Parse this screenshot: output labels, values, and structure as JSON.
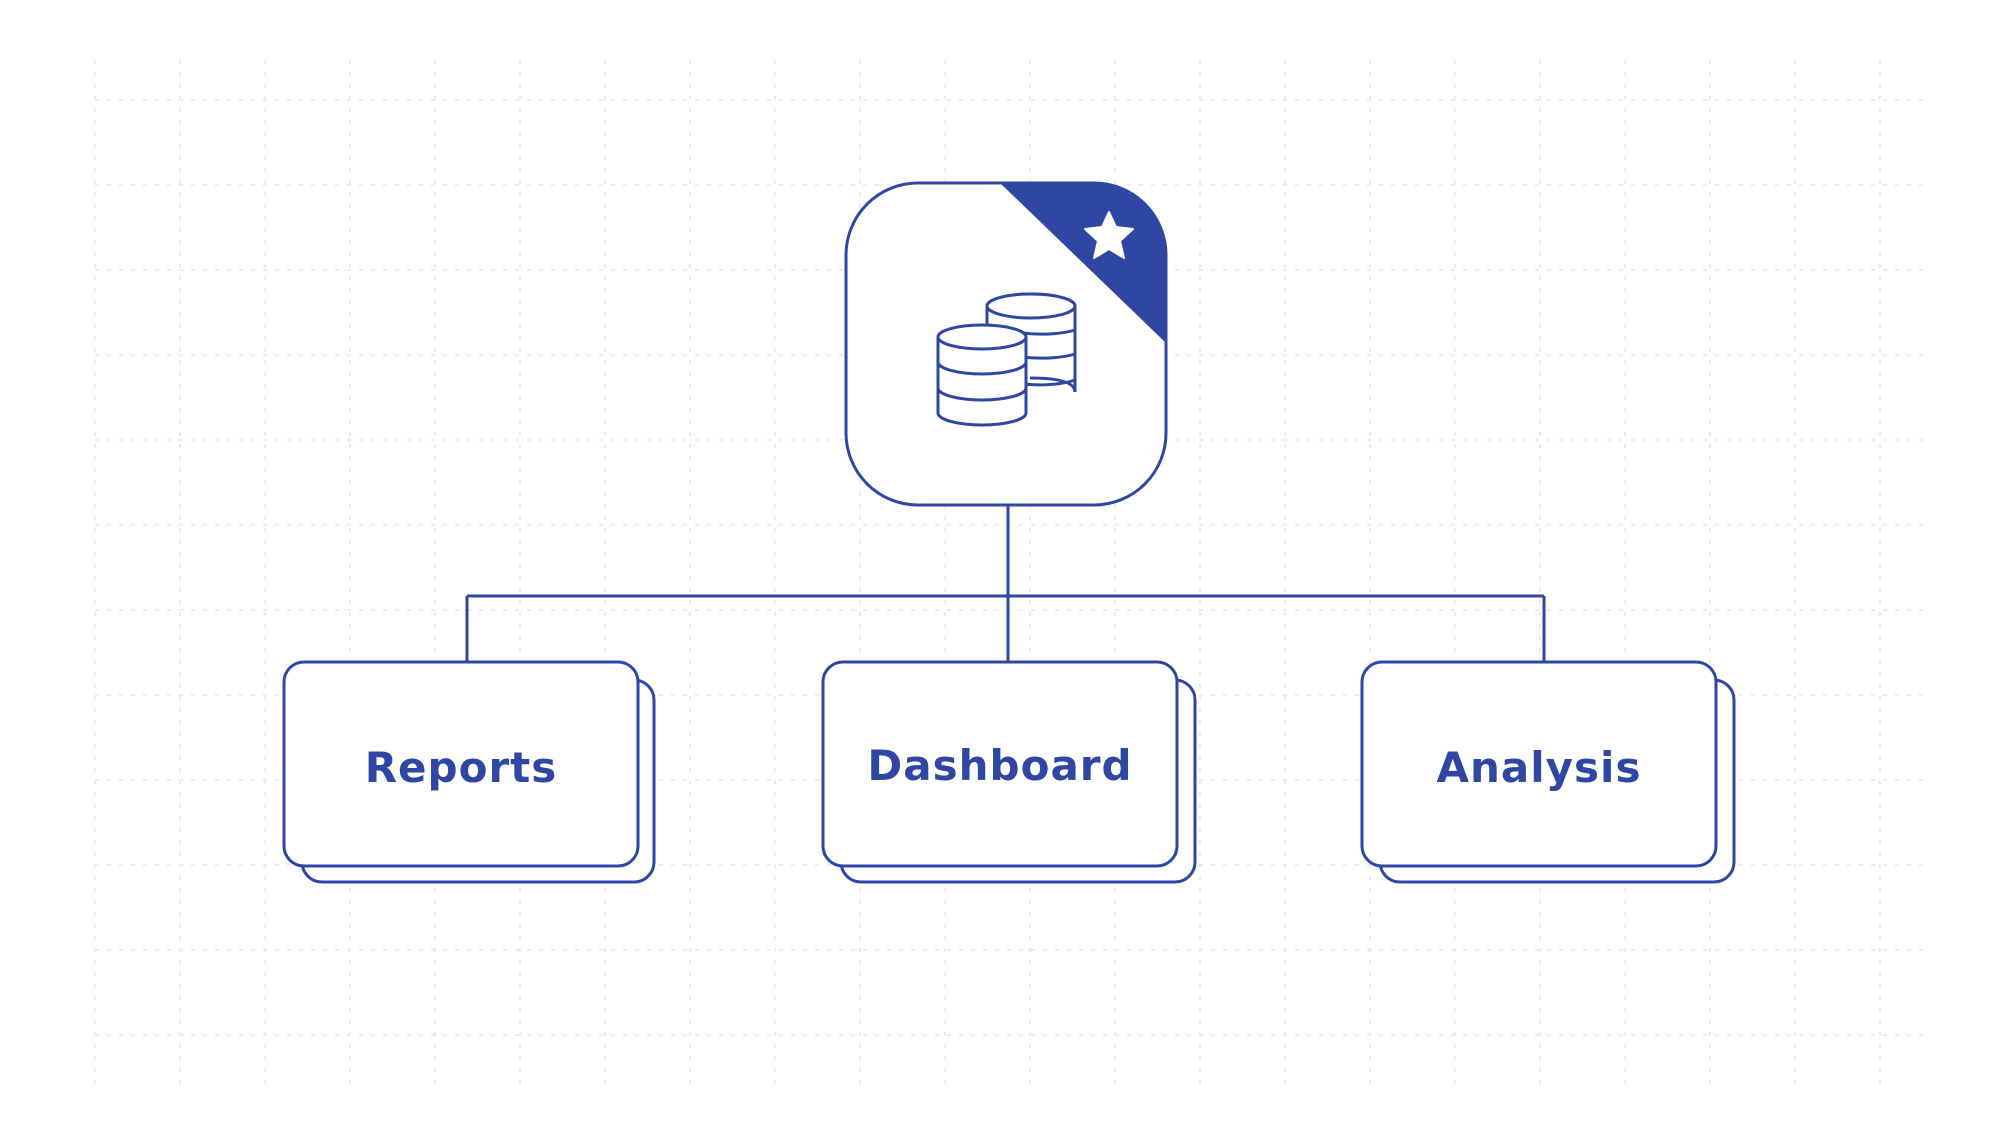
{
  "colors": {
    "primary": "#2f47a3",
    "grid": "#ececec",
    "background": "#ffffff",
    "star": "#ffffff"
  },
  "root": {
    "icon": "database-coins-icon",
    "badge_icon": "star-icon"
  },
  "children": [
    {
      "label": "Reports"
    },
    {
      "label": "Dashboard"
    },
    {
      "label": "Analysis"
    }
  ]
}
